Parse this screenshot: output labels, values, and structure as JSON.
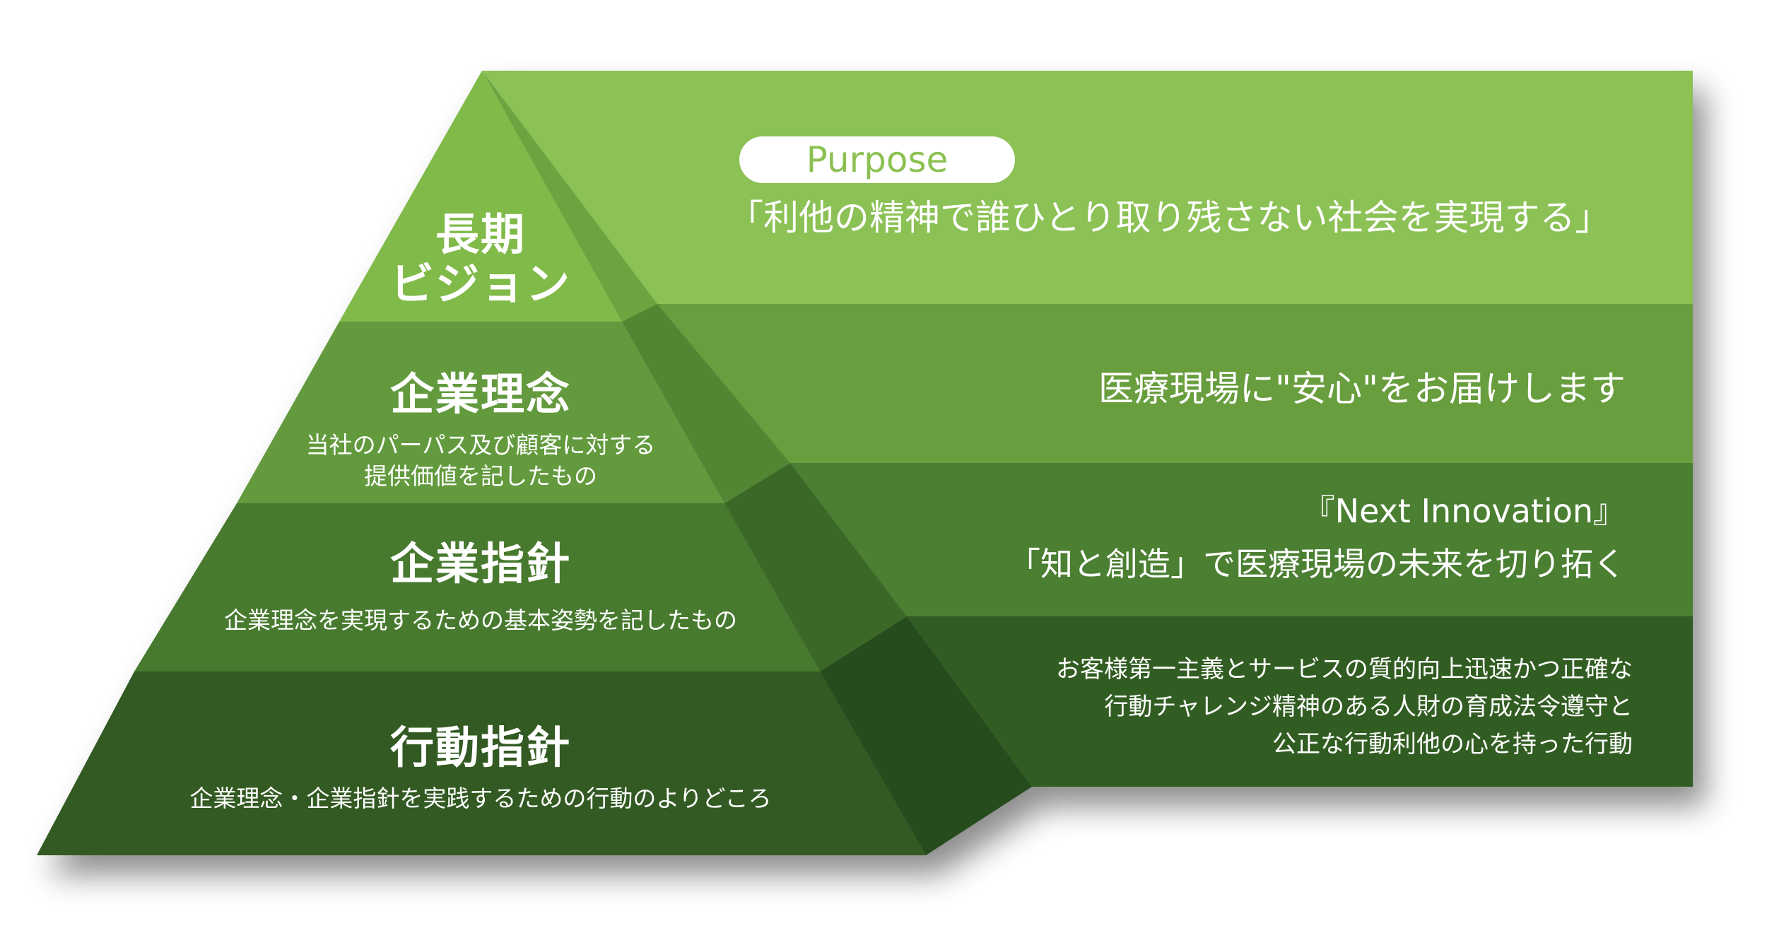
{
  "colors": {
    "band1": "#8bc155",
    "band2": "#679e3e",
    "band3": "#4b7f31",
    "band4": "#335d24",
    "pyr1": "#80ba4a",
    "pyr1_side": "#6da43f",
    "pyr2": "#629a3c",
    "pyr2_side": "#538632",
    "pyr3": "#467a2f",
    "pyr3_side": "#3b6827",
    "pyr4": "#315a23",
    "pyr4_side": "#284b1d",
    "purpose_text": "#8cc152"
  },
  "pyramid": {
    "tier1": {
      "title_line1": "長期",
      "title_line2": "ビジョン"
    },
    "tier2": {
      "title": "企業理念",
      "desc_line1": "当社のパーパス及び顧客に対する",
      "desc_line2": "提供価値を記したもの"
    },
    "tier3": {
      "title": "企業指針",
      "desc": "企業理念を実現するための基本姿勢を記したもの"
    },
    "tier4": {
      "title": "行動指針",
      "desc": "企業理念・企業指針を実践するための行動のよりどころ"
    }
  },
  "bands": {
    "band1": {
      "badge": "Purpose",
      "text": "「利他の精神で誰ひとり取り残さない社会を実現する」"
    },
    "band2": {
      "text": "医療現場に\"安心\"をお届けします"
    },
    "band3": {
      "line1": "『Next Innovation』",
      "line2": "「知と創造」で医療現場の未来を切り拓く"
    },
    "band4": {
      "line1": "お客様第一主義とサービスの質的向上迅速かつ正確な",
      "line2": "行動チャレンジ精神のある人財の育成法令遵守と",
      "line3": "公正な行動利他の心を持った行動"
    }
  }
}
